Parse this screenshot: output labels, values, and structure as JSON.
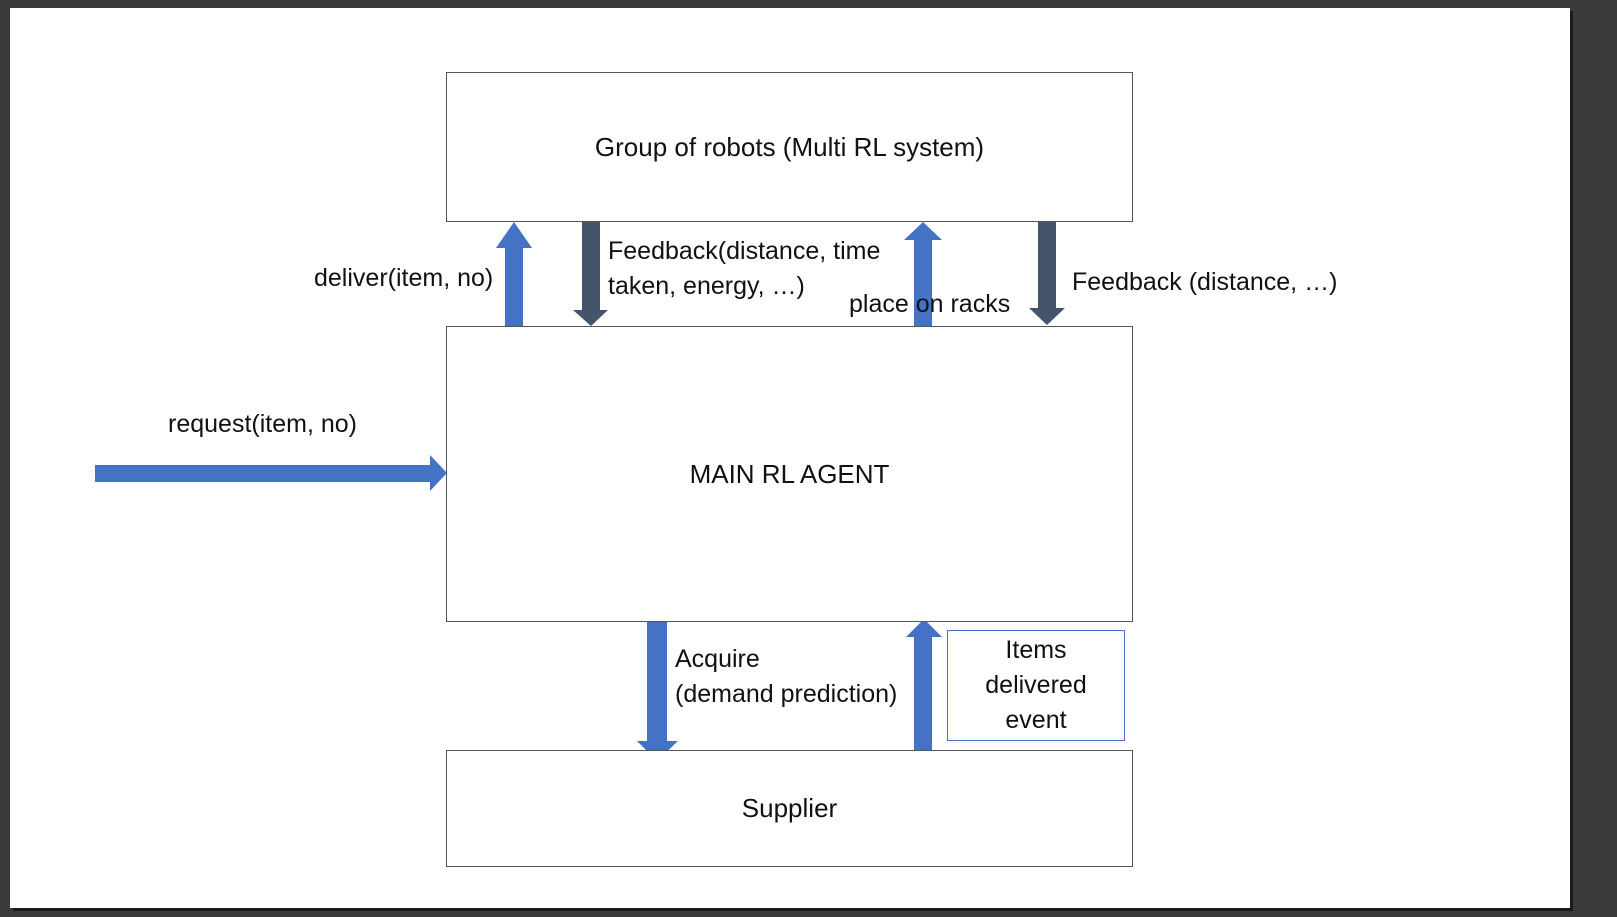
{
  "boxes": {
    "robots": "Group of robots (Multi RL system)",
    "agent": "MAIN RL AGENT",
    "supplier": "Supplier"
  },
  "labels": {
    "deliver": "deliver(item, no)",
    "feedback_left_1": "Feedback(distance, time",
    "feedback_left_2": "taken, energy, …)",
    "place_on_racks": "place on racks",
    "feedback_right": "Feedback (distance, …)",
    "request": "request(item, no)",
    "acquire_1": "Acquire",
    "acquire_2": "(demand prediction)",
    "event_1": "Items",
    "event_2": "delivered",
    "event_3": "event"
  },
  "colors": {
    "arrow_blue": "#4472c4",
    "arrow_dark": "#44546a",
    "note_border": "#4472c4"
  }
}
